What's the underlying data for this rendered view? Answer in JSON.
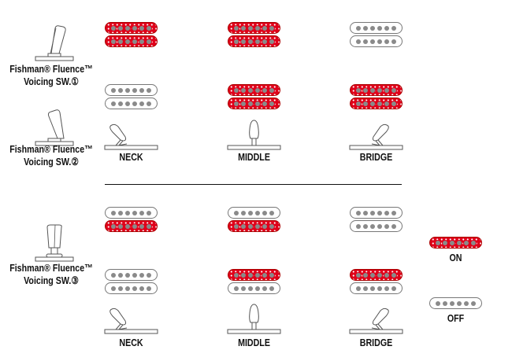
{
  "colors": {
    "on": "#e0001a",
    "off": "#ffffff",
    "pole": "#8a8a8a",
    "outline": "#777777"
  },
  "switch_labels": {
    "sw1": {
      "line1": "Fishman® Fluence™",
      "line2": "Voicing SW.①"
    },
    "sw2": {
      "line1": "Fishman® Fluence™",
      "line2": "Voicing SW.②"
    },
    "sw3": {
      "line1": "Fishman® Fluence™",
      "line2": "Voicing SW.③"
    }
  },
  "positions": {
    "top": [
      "NECK",
      "MIDDLE",
      "BRIDGE"
    ],
    "bottom": [
      "NECK",
      "MIDDLE",
      "BRIDGE"
    ]
  },
  "legend": {
    "on": "ON",
    "off": "OFF"
  },
  "states": {
    "sw1": {
      "neck": [
        "ON",
        "ON"
      ],
      "middle": [
        "ON",
        "ON"
      ],
      "bridge": [
        "OFF",
        "OFF"
      ]
    },
    "sw2": {
      "neck": [
        "OFF",
        "OFF"
      ],
      "middle": [
        "ON",
        "ON"
      ],
      "bridge": [
        "ON",
        "ON"
      ]
    },
    "sw3_top": {
      "neck": [
        "OFF",
        "ON"
      ],
      "middle": [
        "OFF",
        "ON"
      ],
      "bridge": [
        "OFF",
        "OFF"
      ]
    },
    "sw3_bottom": {
      "neck": [
        "OFF",
        "OFF"
      ],
      "middle": [
        "ON",
        "OFF"
      ],
      "bridge": [
        "ON",
        "OFF"
      ]
    }
  }
}
